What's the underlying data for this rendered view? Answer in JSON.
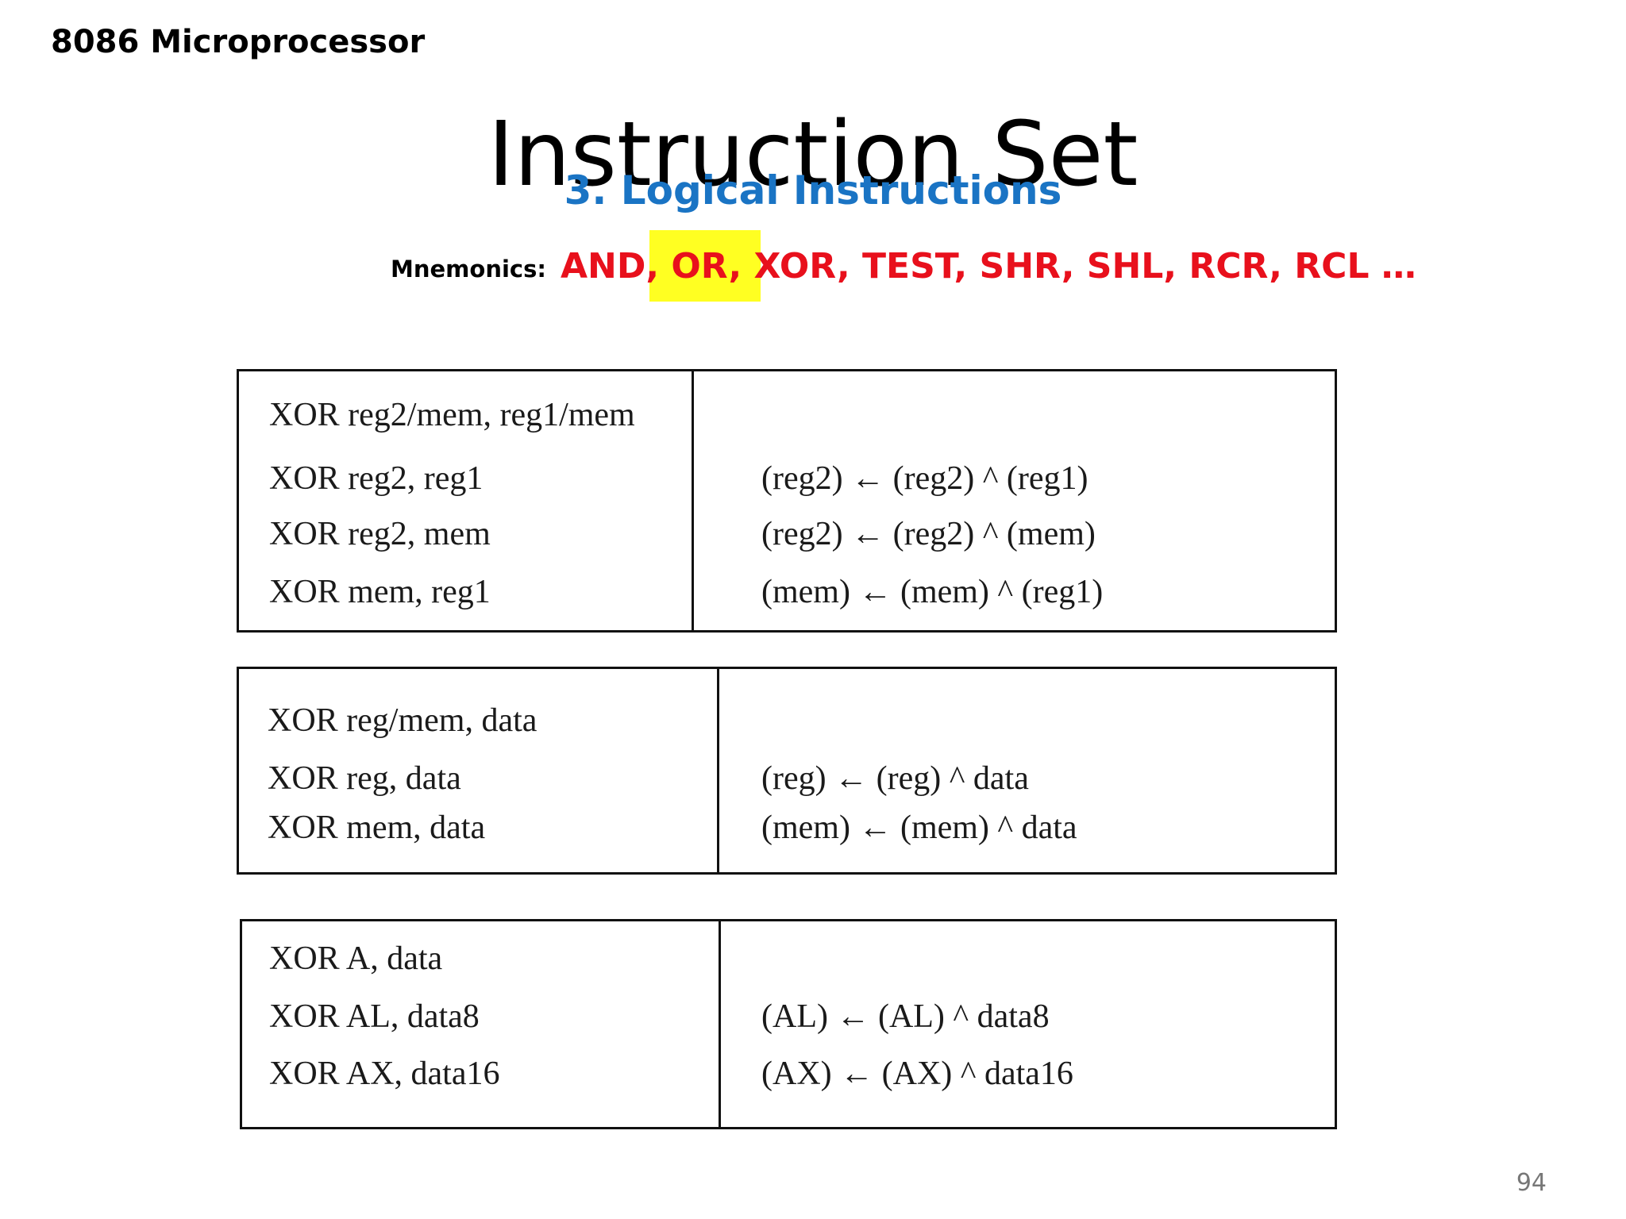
{
  "header": {
    "course_title": "8086 Microprocessor"
  },
  "slide": {
    "title": "Instruction Set",
    "subtitle": "3. Logical Instructions",
    "mnemonics_label": "Mnemonics:",
    "mnemonics_list": "AND, OR, XOR, TEST, SHR, SHL, RCR, RCL …",
    "page_number": "94"
  },
  "tables": [
    {
      "left_lines": [
        "XOR reg2/mem, reg1/mem",
        "XOR  reg2, reg1",
        "XOR reg2, mem",
        "XOR mem, reg1"
      ],
      "right_lines": [
        "(reg2) ← (reg2) ^ (reg1)",
        "(reg2) ← (reg2) ^ (mem)",
        "(mem) ← (mem) ^ (reg1)"
      ]
    },
    {
      "left_lines": [
        "XOR reg/mem, data",
        "XOR reg, data",
        "XOR mem, data"
      ],
      "right_lines": [
        "(reg) ← (reg) ^ data",
        "(mem) ← (mem) ^ data"
      ]
    },
    {
      "left_lines": [
        "XOR A, data",
        "XOR AL, data8",
        "XOR AX, data16"
      ],
      "right_lines": [
        "(AL) ← (AL) ^ data8",
        "(AX) ← (AX) ^ data16"
      ]
    }
  ],
  "colors": {
    "subtitle": "#1a74c4",
    "mnemonics": "#e8101c",
    "highlight": "#ffff22"
  }
}
